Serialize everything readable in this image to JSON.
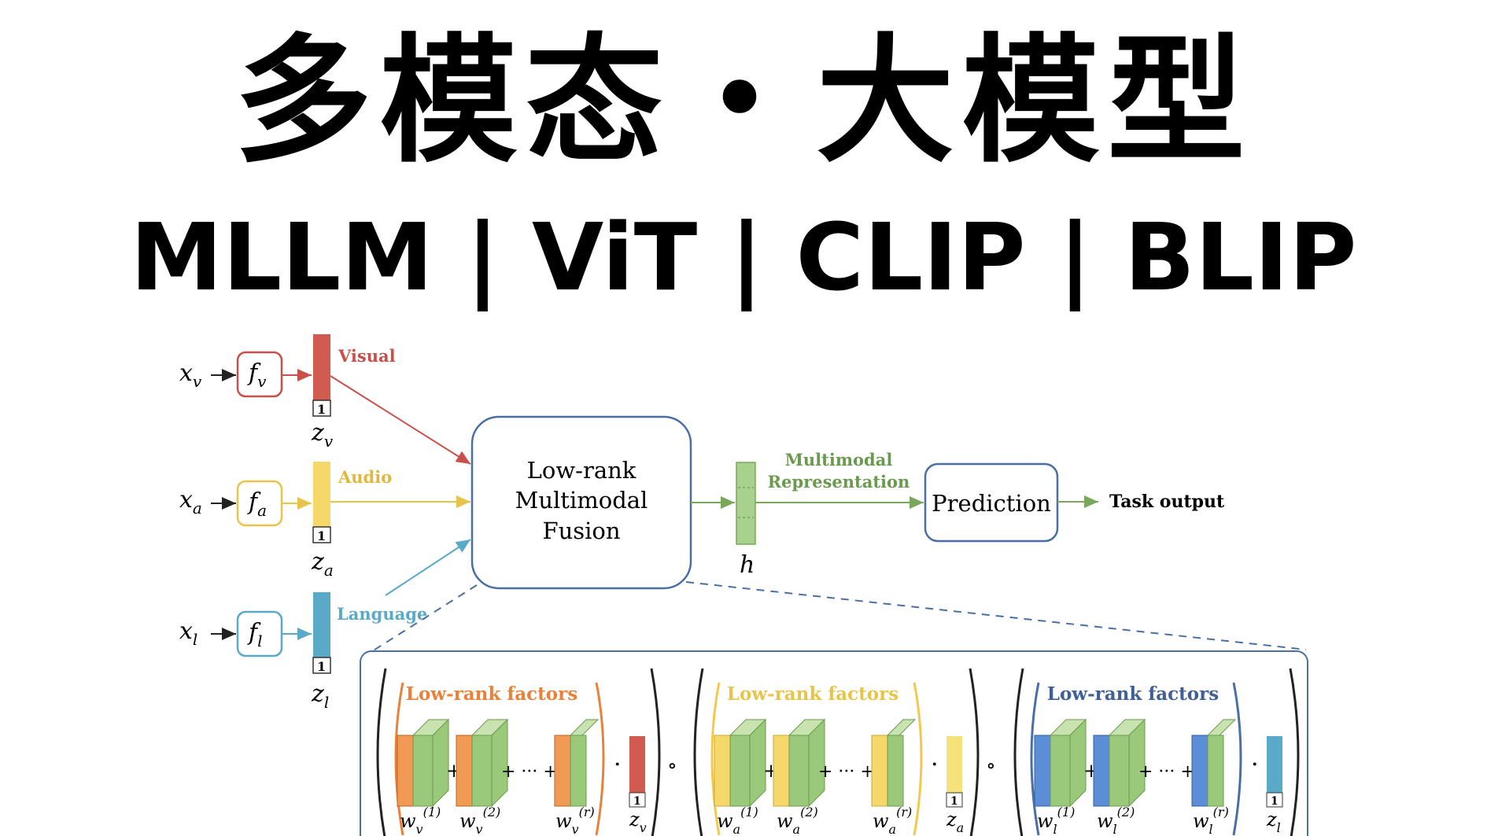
{
  "title": "多模态・大模型",
  "subtitle": "MLLM | ViT | CLIP | BLIP",
  "colors": {
    "visual": "#d15b50",
    "audio": "#f2c94c",
    "language": "#5aa9c9",
    "green": "#7aa85a",
    "box_border": "#4a6fa5",
    "factor_orange": "#e8823a",
    "factor_yellow": "#f4d25a",
    "factor_blue": "#5b8ed6",
    "factor_green": "#9bc97a"
  },
  "diagram": {
    "inputs": [
      {
        "x": "x",
        "x_sub": "v",
        "f": "f",
        "f_sub": "v",
        "label": "Visual",
        "z": "z",
        "z_sub": "v",
        "one": "1"
      },
      {
        "x": "x",
        "x_sub": "a",
        "f": "f",
        "f_sub": "a",
        "label": "Audio",
        "z": "z",
        "z_sub": "a",
        "one": "1"
      },
      {
        "x": "x",
        "x_sub": "l",
        "f": "f",
        "f_sub": "l",
        "label": "Language",
        "z": "z",
        "z_sub": "l",
        "one": "1"
      }
    ],
    "fusion_lines": [
      "Low-rank",
      "Multimodal",
      "Fusion"
    ],
    "h_label": "h",
    "representation_lines": [
      "Multimodal",
      "Representation"
    ],
    "prediction": "Prediction",
    "task_output": "Task output",
    "factor_groups": [
      {
        "title": "Low-rank factors",
        "sub": "v",
        "terms": [
          "w",
          "w",
          "w"
        ],
        "sups": [
          "(1)",
          "(2)",
          "(r)"
        ],
        "z": "z",
        "z_sub": "v",
        "one": "1"
      },
      {
        "title": "Low-rank factors",
        "sub": "a",
        "terms": [
          "w",
          "w",
          "w"
        ],
        "sups": [
          "(1)",
          "(2)",
          "(r)"
        ],
        "z": "z",
        "z_sub": "a",
        "one": "1"
      },
      {
        "title": "Low-rank factors",
        "sub": "l",
        "terms": [
          "w",
          "w",
          "w"
        ],
        "sups": [
          "(1)",
          "(2)",
          "(r)"
        ],
        "z": "z",
        "z_sub": "l",
        "one": "1"
      }
    ],
    "ops": {
      "plus": "+",
      "dots": "+ ··· +",
      "dot": "·",
      "circ": "∘"
    }
  }
}
